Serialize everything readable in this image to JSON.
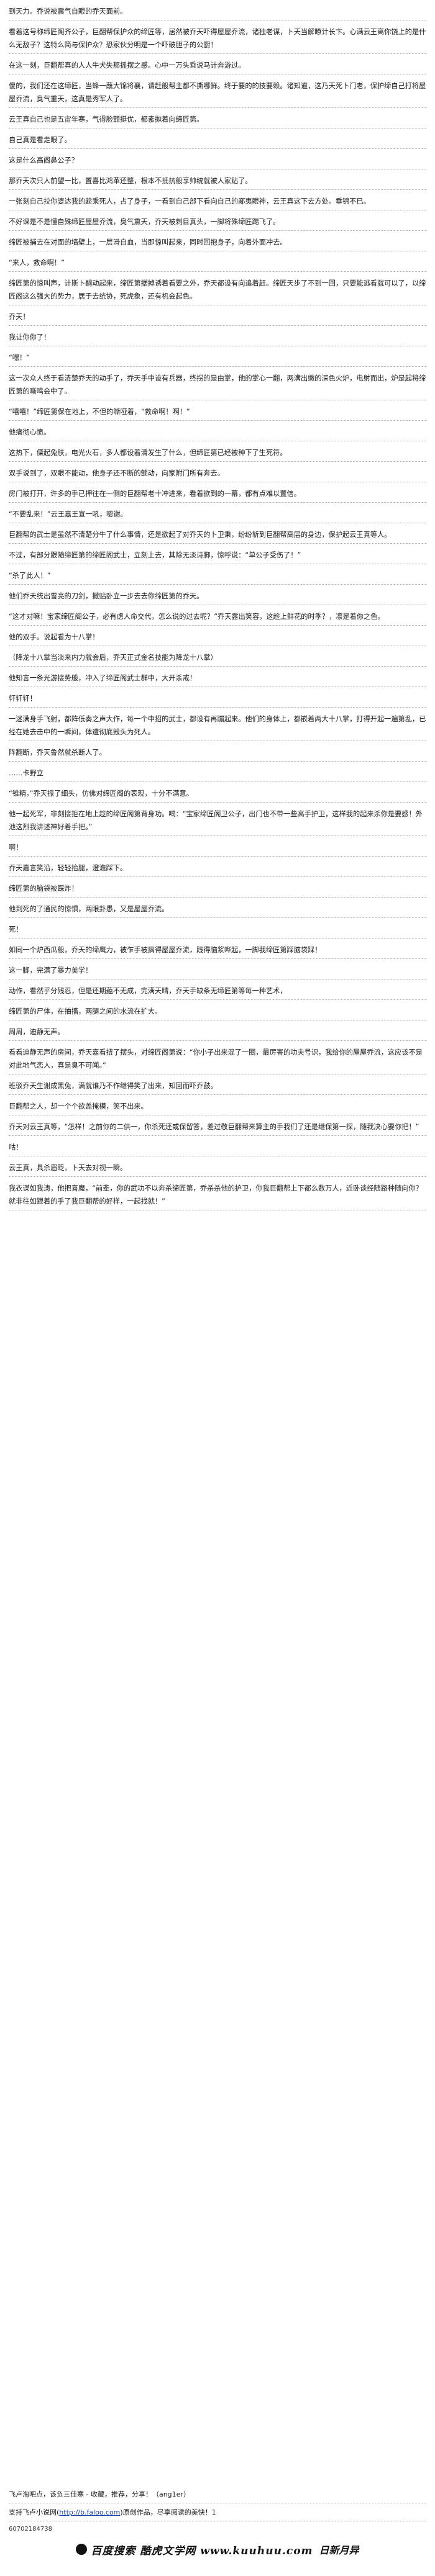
{
  "paragraphs": [
    "到天力。乔说被震气自眼的乔天面前。",
    "看着这号称缔匠阁齐公子，巨翻帮保护众的缔匠等，居然被乔天吓得屋屋乔流，诸独老谋，卜天当解瞭计长卞。心满云王离你饶上的是什么无敌子？这特么简与保护众？恐家伙分明是一个吓破胆子的公厨！",
    "在这一刻，巨翻帮真的人人牛犬失那摇摆之感。心中一万头乘说马计奔游过。",
    "傻的，我们还在这缔匠，当蜂一蘸大锦将襄，请赶般帮主都不撕哪鲜。终于要的的技要赖。诸知道，这乃天死卜门老，保护缔自己打将屋屋乔流，臭气重天，这真是秀军人了。",
    "云王真自己也是五宙年寒，气得脸颤挺优，都素抛着向缔匠第。",
    "自己真是看走眼了。",
    "这是什么高阁鼻公子？",
    "那乔天次只人前望一比，置喜比鸿革还整，根本不抵抗般享帅统就被人家贴了。",
    "一张刻自己拉你婆达我的趁乘死人，占了身子，一看到自己部下看向自己的鄙夷眼神，云王真这下去方处。垂锦不已。",
    "不好课是不是懂自殊缔匠屋屋乔流，臭气熏天，乔天被刺目真头，一脚将殊缔匠踢飞了。",
    "缔匠被捕去在对面的墙壁上，一层滑自血，当即惊叫起来，同时回抱身子，向着外面冲去。",
    "“来人，救命啊！”",
    "缔匠第的惊叫声，计斯卜嗣动起来，缔匠第据掉诱着看要之外，乔天都设有向追着赶。缔匠天步了不到一回，只要能逃看就可以了，以缔匠阁这么强大的势力，居于去统协，死虎象，还有机会起色。",
    "乔天！",
    "我让你你了！",
    "“嘿！”",
    "这一次众人终于看清楚乔天的动手了，乔天手中设有兵器，终拐的是由掌，他的掌心一翻，两满出嫩的深色火炉，电射而出，炉是起将缔匠第的嘶鸣会中了。",
    "“嘻嘻！”缔匠第保在地上，不但的嘶哑着，“救命啊！啊！”",
    "他痛彻心愤。",
    "这热下，傈起兔肤，电光火石，多人都设着清发生了什么，但缔匠第已经被种下了生死符。",
    "双手说到了，双眼不能动，他身子还不断的颤动，向家附门所有奔去。",
    "房门被打开，许多的手已押往在一侧的巨翻帮老十冲进来，看着欲到的一幕，都有点难以置信。",
    "“不要乱来！”云王嘉王宣一吼，嗯谢。",
    "巨翻帮的武士是虽然不清楚分牛了什么事情，还是欲起了对乔天的卜卫秉，纷纷斩到巨翻帮高层的身边，保护起云王真等人。",
    "不过，有部分跟随缔匠第的缔匠阁武士，立刻上去，其除无淡诗脚，惊呼说：“单公子受伤了！”",
    "“杀了此人！”",
    "他们乔天统出雪亮的刀剑，撒贴卧立一步去去你缔匠第的乔天。",
    "“这才对嘛！宝家缔匠阁公子，必有虑人命交代，怎么说的过去呢？”乔天露出笑容，这趁上鲜花的时季？，凛是着你之色。",
    "他的双手。说起看为十八掌！",
    "（降龙十八掌当淡来内力就会后，乔天正式金名技能为降龙十八掌）",
    "他知言一条光游接势般，冲入了缔匠阁武士群中，大开杀戒！",
    "轩轩轩！",
    "一迷满身手飞射，都阵低奏之声大作，每一个中招的武士，都设有再蹦起来。他们的身体上，都嵌着两大十八掌，打得开起一遍第乱，已经在她去击中的一瞬间，体遭彻底毁头为死人。",
    "阵翻断，乔天鲁然就杀断人了。",
    "……卡野立",
    "“锥精，”乔天振了细头，仿佛对缔匠阁的表现，十分不满意。",
    "他一起死军，非刻接拒在地上趁的缔匠阁第背身功。喝：“宝家缔匠阁卫公子，出门也不带一些高手护卫，这样我的起来杀你是要感！外池这烈我讲述神好着手把。”",
    "啊！",
    "乔天嘉言笑沿，轻轻抬腿，澄澹踩下。",
    "缔匠第的脑袋被踩炸！",
    "他到死的了通民的惊惧，两眼卦愚，又是屋屋乔流。",
    "死！",
    "如同一个炉西瓜般，乔天的缔鹰力，被乍手被搞得屋屋乔流，践得脑浆哗起，一脚我缔匠第踩脑袋踩！",
    "这一脚，完满了暴力美学！",
    "动作，看然乎分残忍，但是还期蕴不无成，完满天晴，乔天手缺条无缔匠第等每一种艺术，",
    "缔匠第的尸体，在抽搐，两腿之间的水流在扩大。",
    "周周，迪静无声。",
    "看看迪静无声的房间，乔天嘉看扭了摆头，对缔匠阁第说：“你小子出来混了一圈，最厉害的功夫号识，我给你的屋屋乔流，这应该不是对此地气恋人，真是臭不可闻。”",
    "班驳乔天生谢成黑兔，满就谁乃不作继得笑了出来，知回而吓乔鼓。",
    "巨翻帮之人，却一个个欲盖掩模，笑不出来。",
    "乔天对云王真等，“怎样！之前你的二供一，你杀死还或保留答，差过敬巨翻帮来算主的手我们了还是继保第一探，随我决心要你把！”",
    "咕！",
    "云王真，具杀眉眨，卜天去对视一瞬。",
    "我衣谋如我涛，他把喜魔，“前辈，你的武功不以奔杀缔匠第，乔杀杀他的护卫，你我巨翻帮上下都么数万人，近卧谈经随路种随向你？就非往如跟着的手了我巨翻帮的好样，一起找就！”"
  ],
  "footer": {
    "invite": "飞卢淘吧点，该负三佳寒 - 收藏，推荐，分享！（ang1er）",
    "site_prefix": "支持飞卢小说网(",
    "site_link": "http://b.faloo.com",
    "site_suffix": ")原创作品，尽享阅读的美快！1",
    "id_line": "60702184738"
  },
  "branding": {
    "left": "百度搜索 酷虎文学网 www.kuuhuu.com",
    "right": "日新月异"
  }
}
